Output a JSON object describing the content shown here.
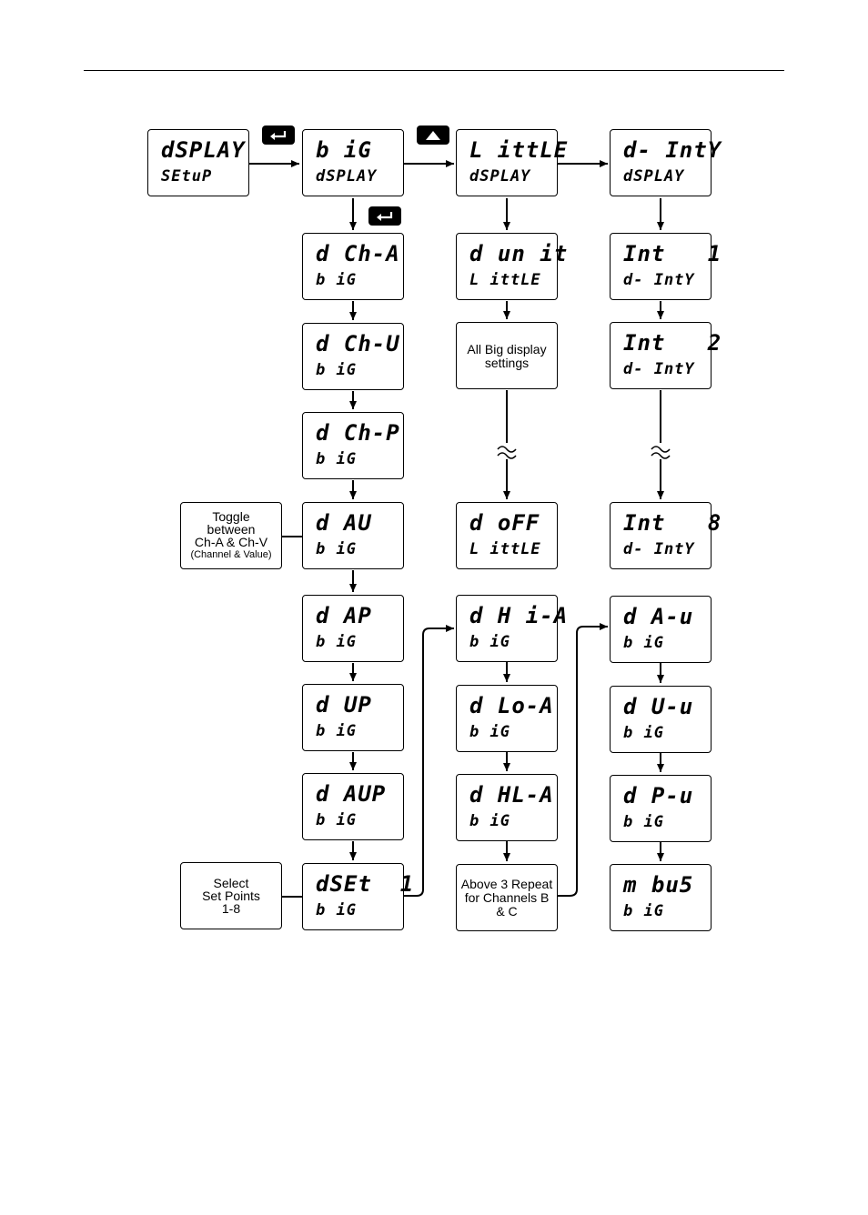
{
  "boxes": {
    "display_setup": {
      "l1": "dSPLAY",
      "l2": "SEtuP"
    },
    "big_display": {
      "l1": "b iG",
      "l2": "dSPLAY"
    },
    "little_display": {
      "l1": "L ittLE",
      "l2": "dSPLAY"
    },
    "intensity_display": {
      "l1": "d- IntY",
      "l2": "dSPLAY"
    },
    "d_cha": {
      "l1": "d Ch-A",
      "l2": "b iG"
    },
    "d_chv": {
      "l1": "d Ch-U",
      "l2": "b iG"
    },
    "d_chp": {
      "l1": "d Ch-P",
      "l2": "b iG"
    },
    "d_av": {
      "l1": "d AU",
      "l2": "b iG"
    },
    "d_ap": {
      "l1": "d AP",
      "l2": "b iG"
    },
    "d_vp": {
      "l1": "d UP",
      "l2": "b iG"
    },
    "d_avp": {
      "l1": "d AUP",
      "l2": "b iG"
    },
    "dset1": {
      "l1": "dSEt  1",
      "l2": "b iG"
    },
    "d_unit": {
      "l1": "d un it",
      "l2": "L ittLE"
    },
    "all_big_settings": {
      "text": "All Big display settings"
    },
    "d_off": {
      "l1": "d oFF",
      "l2": "L ittLE"
    },
    "d_hia": {
      "l1": "d H i-A",
      "l2": "b iG"
    },
    "d_loa": {
      "l1": "d Lo-A",
      "l2": "b iG"
    },
    "d_hla": {
      "l1": "d HL-A",
      "l2": "b iG"
    },
    "above3": {
      "text": "Above 3 Repeat for Channels B & C"
    },
    "int1": {
      "l1": "Int   1",
      "l2": "d- IntY"
    },
    "int2": {
      "l1": "Int   2",
      "l2": "d- IntY"
    },
    "int8": {
      "l1": "Int   8",
      "l2": "d- IntY"
    },
    "d_au": {
      "l1": "d A-u",
      "l2": "b iG"
    },
    "d_vu": {
      "l1": "d U-u",
      "l2": "b iG"
    },
    "d_pu": {
      "l1": "d P-u",
      "l2": "b iG"
    },
    "modbus": {
      "l1": "m bu5",
      "l2": "b iG"
    }
  },
  "notes": {
    "toggle": {
      "line1": "Toggle",
      "line2": "between",
      "line3": "Ch-A & Ch-V",
      "line4": "(Channel & Value)"
    },
    "select": {
      "line1": "Select",
      "line2": "Set Points",
      "line3": "1-8"
    }
  },
  "keys": {
    "enter_icon": "enter-key-icon",
    "up_icon": "up-arrow-key-icon"
  }
}
